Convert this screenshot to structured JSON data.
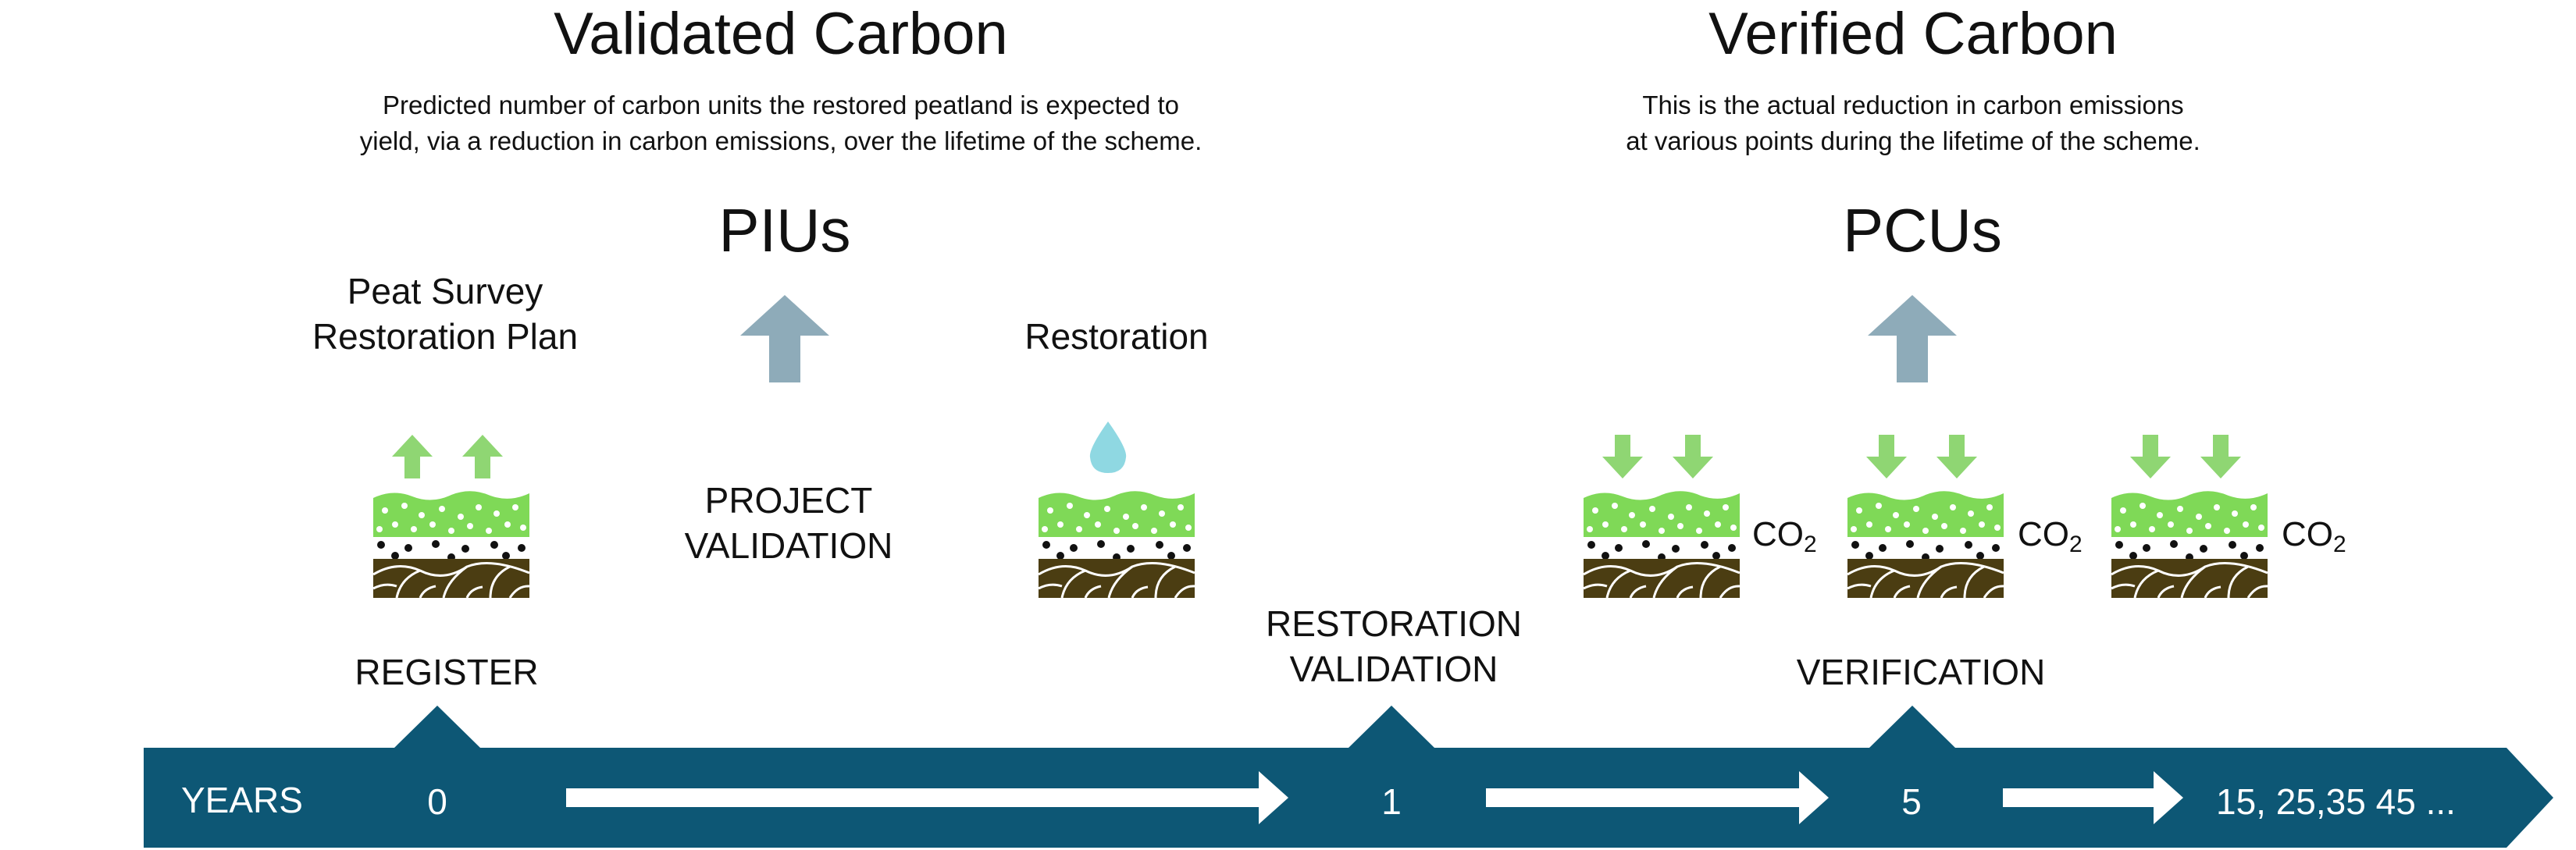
{
  "colors": {
    "timeline": "#0d5775",
    "unit_arrow": "#8eabb9",
    "grass": "#7fd957",
    "grass_arrow": "#8fd673",
    "soil": "#4b3d12",
    "water_drop": "#8fd8e2"
  },
  "validated": {
    "title": "Validated Carbon",
    "desc_line1": "Predicted number of carbon units the restored peatland is expected to",
    "desc_line2": "yield, via a reduction in carbon emissions, over the lifetime of the scheme.",
    "unit": "PIUs"
  },
  "verified": {
    "title": "Verified Carbon",
    "desc_line1": "This is the actual reduction in carbon emissions",
    "desc_line2": "at various points during the lifetime of the scheme.",
    "unit": "PCUs"
  },
  "labels": {
    "peat_survey": "Peat Survey",
    "restoration_plan": "Restoration Plan",
    "restoration": "Restoration",
    "project_validation_1": "PROJECT",
    "project_validation_2": "VALIDATION",
    "co2": "CO",
    "co2_sub": "2"
  },
  "stages": {
    "register": "REGISTER",
    "restoration_validation_1": "RESTORATION",
    "restoration_validation_2": "VALIDATION",
    "verification": "VERIFICATION"
  },
  "timeline": {
    "years_label": "YEARS",
    "year_0": "0",
    "year_1": "1",
    "year_5": "5",
    "year_later": "15, 25,35 45 ..."
  },
  "icons": {
    "peat_emitting": "peat-layer-emitting-icon",
    "peat_restored": "peat-layer-water-icon",
    "peat_absorbing": "peat-layer-absorbing-icon",
    "unit_arrow": "up-arrow-icon",
    "timeline_arrow": "right-arrow-icon"
  }
}
